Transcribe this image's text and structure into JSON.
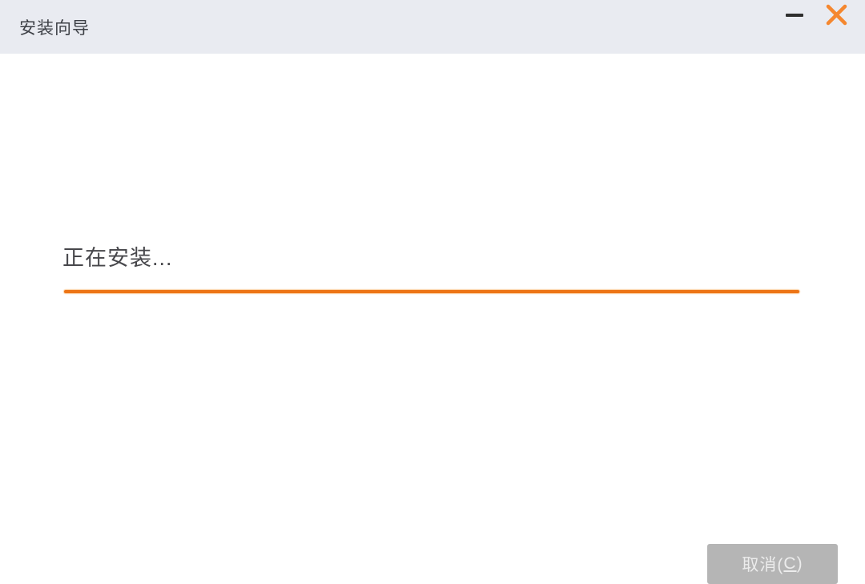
{
  "window": {
    "title": "安装向导"
  },
  "titlebar": {
    "minimize_icon": "minimize-icon",
    "close_icon": "close-icon"
  },
  "main": {
    "status_text": "正在安装...",
    "progress": {
      "percent": 100,
      "color": "#ed7516"
    }
  },
  "footer": {
    "cancel": {
      "prefix": "取消(",
      "access_key": "C",
      "suffix": ")",
      "enabled": false
    }
  },
  "colors": {
    "titlebar_bg": "#e9ebf1",
    "content_bg": "#ffffff",
    "accent_orange": "#ed7516",
    "close_icon": "#f5872f",
    "minimize_icon": "#2e2e2e",
    "cancel_bg": "#b5b5b5",
    "cancel_text": "#ececec",
    "title_text": "#3c3f45",
    "status_text": "#47474b"
  }
}
